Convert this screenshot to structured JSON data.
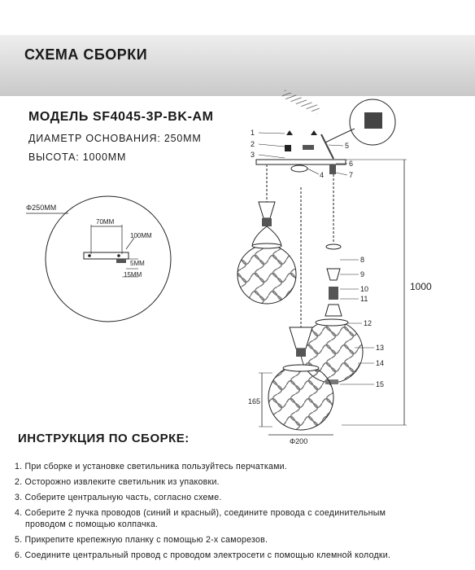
{
  "header": {
    "title": "СХЕМА СБОРКИ"
  },
  "model": "МОДЕЛЬ SF4045-3P-BK-AM",
  "specs": {
    "diameter": "ДИАМЕТР ОСНОВАНИЯ: 250ММ",
    "height": "ВЫСОТА: 1000ММ"
  },
  "detail": {
    "diameter": "Φ250MM",
    "width_70": "70MM",
    "height_100": "100MM",
    "gap_5": "5MM",
    "gap_15": "15MM"
  },
  "diagram": {
    "parts": [
      "1",
      "2",
      "3",
      "4",
      "5",
      "6",
      "7",
      "8",
      "9",
      "10",
      "11",
      "12",
      "13",
      "14",
      "15"
    ],
    "height_label": "1000",
    "shade_height": "165",
    "shade_diameter": "Φ200"
  },
  "instructions": {
    "title": "ИНСТРУКЦИЯ ПО СБОРКЕ:",
    "steps": [
      "1. При сборке и установке светильника пользуйтесь перчатками.",
      "2. Осторожно извлеките светильник из упаковки.",
      "3. Соберите центральную часть, согласно схеме.",
      "4. Соберите 2 пучка проводов (синий и красный), соедините провода с соединительным",
      "проводом с помощью колпачка.",
      "5. Прикрепите крепежную планку с помощью 2-х саморезов.",
      "6. Соедините центральный провод с проводом электросети с помощью клемной колодки."
    ]
  }
}
